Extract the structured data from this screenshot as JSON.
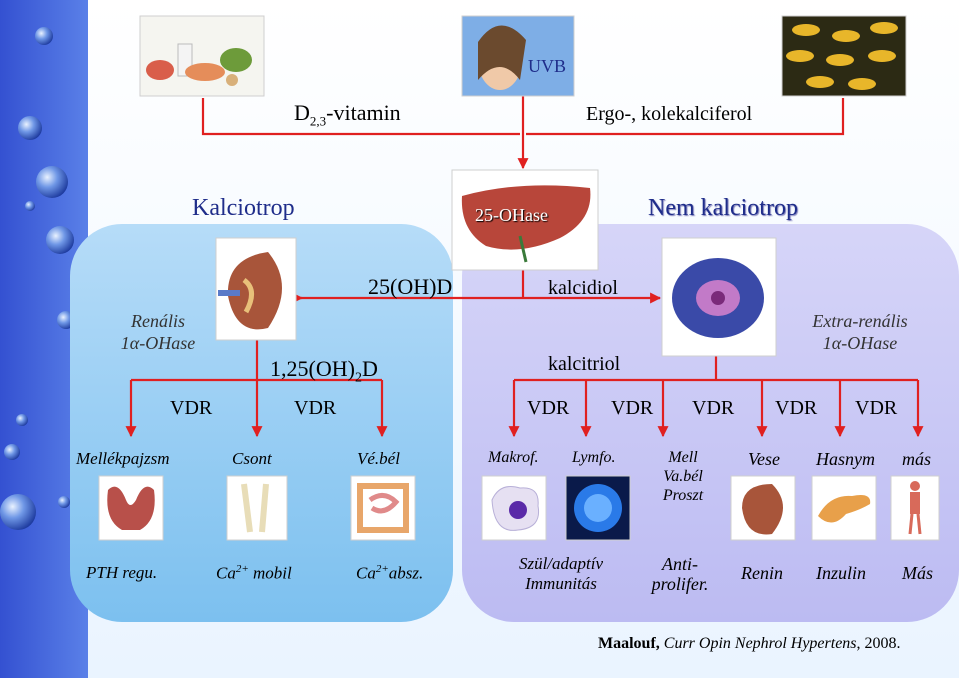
{
  "top": {
    "uvb_label": "UVB",
    "vitamin_label_main": "D",
    "vitamin_label_sub": "2,3",
    "vitamin_label_suffix": "-vitamin",
    "ergo_label": "Ergo-, kolekalciferol"
  },
  "middle": {
    "kalciotrop_title": "Kalciotrop",
    "ohase_label": "25-OHase",
    "nem_kalciotrop_title": "Nem kalciotrop",
    "oh_d_label": "25(OH)D",
    "kalcidiol_label": "kalcidiol",
    "kalcitriol_label": "kalcitriol",
    "dihydroxy_main": "1,25(OH)",
    "dihydroxy_sub": "2",
    "dihydroxy_suffix": "D",
    "renal_label_line1": "Renális",
    "renal_label_line2": "1α-OHase",
    "extra_renal_line1": "Extra-renális",
    "extra_renal_line2": "1α-OHase"
  },
  "vdr": {
    "left": [
      "VDR",
      "VDR"
    ],
    "right": [
      "VDR",
      "VDR",
      "VDR",
      "VDR",
      "VDR"
    ]
  },
  "targets": {
    "left": [
      "Mellékpajzsm",
      "Csont",
      "Vé.bél"
    ],
    "right": [
      "Makrof.",
      "Lymfo.",
      "Mell",
      "Va.bél",
      "Proszt",
      "Vese",
      "Hasnym",
      "más"
    ]
  },
  "effects": {
    "pth": "PTH regu.",
    "ca_mobil_pre": "Ca",
    "ca_mobil_sup": "2+",
    "ca_mobil_post": " mobil",
    "ca_absz_pre": "Ca",
    "ca_absz_sup": "2+",
    "ca_absz_post": "absz.",
    "immun_line1": "Szül/adaptív",
    "immun_line2": "Immunitás",
    "antiprolif_line1": "Anti-",
    "antiprolif_line2": "prolifer.",
    "renin": "Renin",
    "inzulin": "Inzulin",
    "mas": "Más"
  },
  "citation": {
    "author": "Maalouf,",
    "journal": " Curr Opin Nephrol Hypertens",
    "year": ", 2008."
  },
  "colors": {
    "sidebar": "#3f5fd8",
    "left_panel": "#9fd2f5",
    "right_panel": "#c9c8f5",
    "arrow": "#e02020",
    "kalciotrop_title": "#1f2d8a"
  }
}
